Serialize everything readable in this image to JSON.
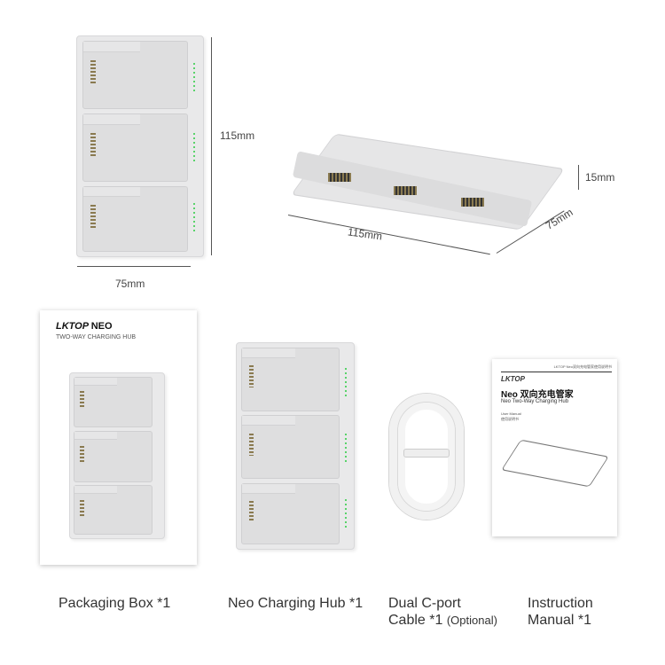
{
  "dimensions": {
    "front_height": "115mm",
    "front_width": "75mm",
    "side_height": "15mm",
    "side_length": "115mm",
    "side_width": "75mm"
  },
  "box": {
    "brand": "LKTOP",
    "model": "NEO",
    "subtitle": "TWO-WAY CHARGING HUB"
  },
  "manual": {
    "header": "LKTOP Neo双向充电管家使用说明书",
    "brand": "LKTOP",
    "title_cn": "Neo 双向充电管家",
    "title_en": "Neo Two-Way Charging Hub",
    "sub1": "User Manual",
    "sub2": "使用说明书"
  },
  "captions": {
    "box": "Packaging Box *1",
    "hub": "Neo Charging Hub *1",
    "cable_line1": "Dual C-port",
    "cable_line2": "Cable *1",
    "cable_optional": "(Optional)",
    "manual_line1": "Instruction",
    "manual_line2": "Manual *1"
  },
  "colors": {
    "led": "#59d36a",
    "body": "#e9e9ea"
  }
}
